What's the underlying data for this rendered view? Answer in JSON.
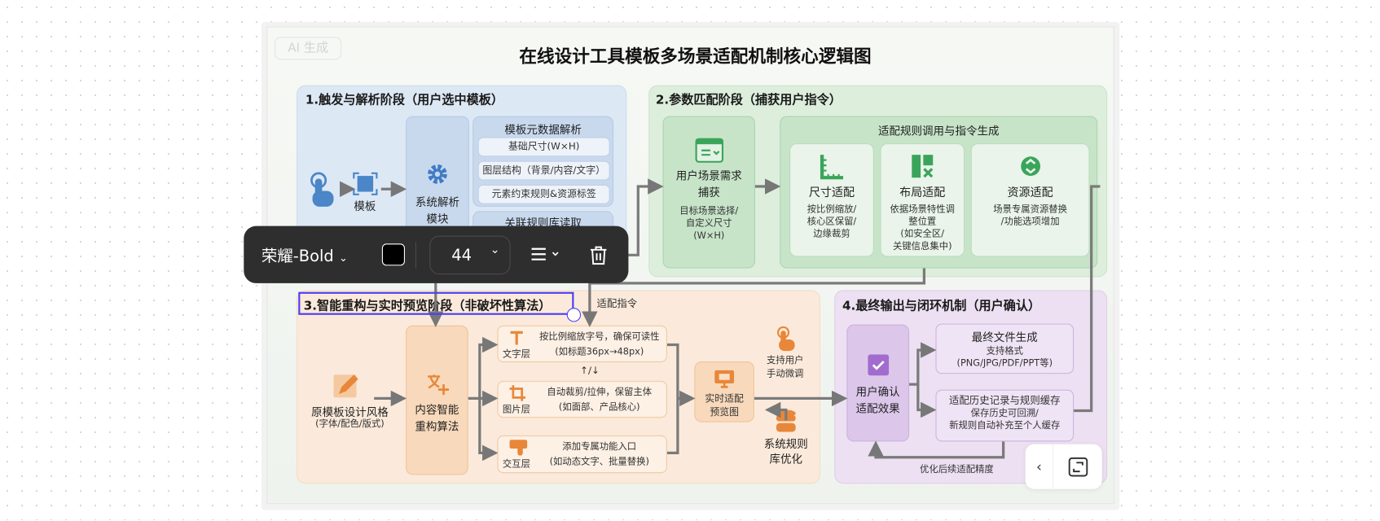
{
  "badge": "AI 生成",
  "title": "在线设计工具模板多场景适配机制核心逻辑图",
  "section1": {
    "heading": "1.触发与解析阶段（用户选中模板）",
    "template_label": "模板",
    "parser": "系统解析模块",
    "metadata": {
      "title": "模板元数据解析",
      "rows": [
        "基础尺寸(W×H)",
        "图层结构（背景/内容/文字）",
        "元素约束规则&资源标签"
      ]
    },
    "rules_read": "关联规则库读取"
  },
  "section2": {
    "heading": "2.参数匹配阶段（捕获用户指令）",
    "capture": {
      "title_line1": "用户场景需求",
      "title_line2": "捕获",
      "desc_line1": "目标场景选择/",
      "desc_line2": "自定义尺寸",
      "desc_line3": "(W×H)"
    },
    "rules_title": "适配规则调用与指令生成",
    "cards": [
      {
        "title": "尺寸适配",
        "lines": [
          "按比例缩放/",
          "核心区保留/",
          "边缘裁剪"
        ]
      },
      {
        "title": "布局适配",
        "lines": [
          "依据场景特性调",
          "整位置",
          "(如安全区/",
          "关键信息集中)"
        ]
      },
      {
        "title": "资源适配",
        "lines": [
          "场景专属资源替换",
          "/功能选项增加"
        ]
      }
    ]
  },
  "section3": {
    "heading": "3.智能重构与实时预览阶段（非破坏性算法）",
    "instruction_label": "适配指令",
    "origin": {
      "title": "原模板设计风格",
      "sub": "(字体/配色/版式)"
    },
    "algo": {
      "line1": "内容智能",
      "line2": "重构算法"
    },
    "layers": [
      {
        "name": "文字层",
        "line1": "按比例缩放字号，确保可读性",
        "line2": "(如标题36px→48px)"
      },
      {
        "name": "图片层",
        "line1": "自动裁剪/拉伸，保留主体",
        "line2": "(如面部、产品核心)"
      },
      {
        "name": "交互层",
        "line1": "添加专属功能入口",
        "line2": "(如动态文字、批量替换)"
      }
    ],
    "swap": "↑/↓",
    "preview": {
      "line1": "实时适配",
      "line2": "预览图"
    },
    "manual": {
      "line1": "支持用户",
      "line2": "手动微调"
    },
    "ruledb": {
      "line1": "系统规则",
      "line2": "库优化"
    }
  },
  "section4": {
    "heading": "4.最终输出与闭环机制（用户确认）",
    "confirm": {
      "line1": "用户确认",
      "line2": "适配效果"
    },
    "output": {
      "title": "最终文件生成",
      "line1": "支持格式",
      "line2": "(PNG/JPG/PDF/PPT等)"
    },
    "history": {
      "title": "适配历史记录与规则缓存",
      "line1": "保存历史可回溯/",
      "line2": "新规则自动补充至个人缓存"
    },
    "feedback": "优化后续适配精度"
  },
  "toolbar": {
    "font": "荣耀-Bold",
    "color": "#000000",
    "size": "44"
  },
  "colors": {
    "blue": "#4a86c8",
    "green": "#3aa55a",
    "orange": "#e8873a",
    "purple": "#a26ccf",
    "selection": "#4b3ff2"
  }
}
